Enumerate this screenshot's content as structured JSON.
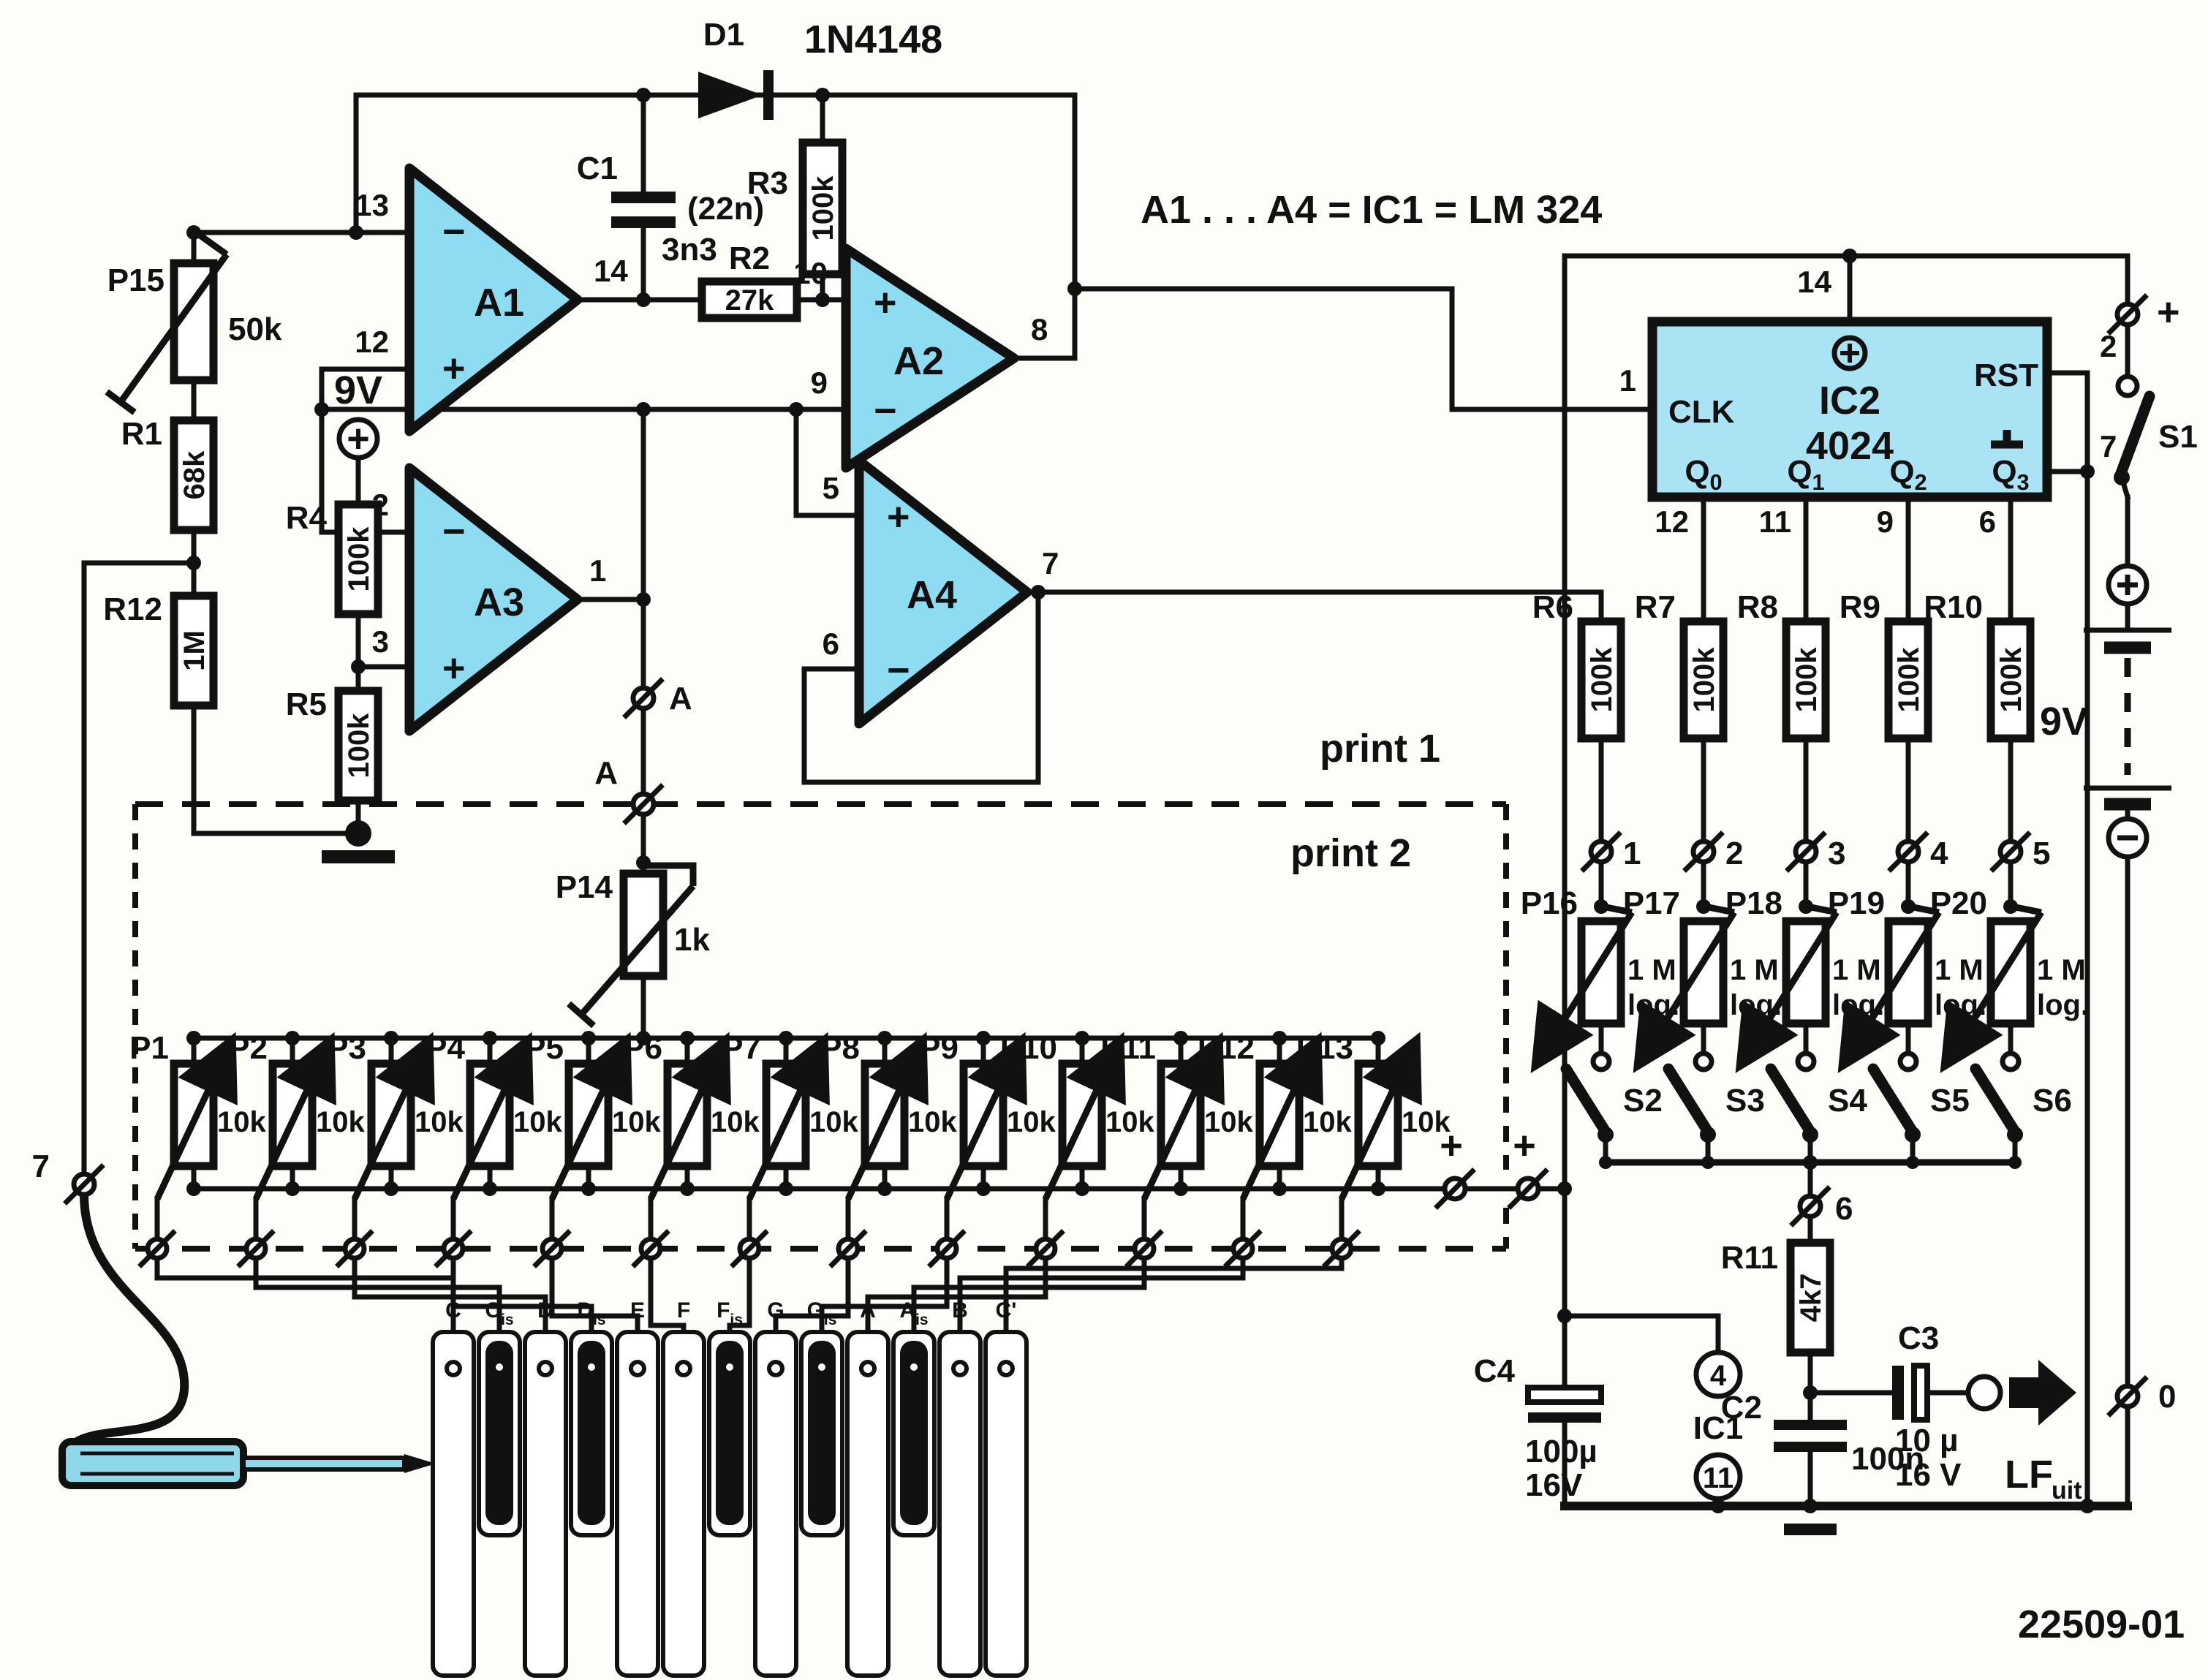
{
  "doc": {
    "note": "A1 . . . A4 = IC1 = LM 324",
    "number": "22509-01",
    "print1": "print 1",
    "print2": "print 2"
  },
  "colors": {
    "opamp": "#8edcf2",
    "ic": "#a9e3f4",
    "stylus": "#8fd8ea"
  },
  "opamps": {
    "a1": {
      "name": "A1",
      "in1_pin": "13",
      "in1_sign": "−",
      "in2_pin": "12",
      "in2_sign": "+",
      "out_pin": "14"
    },
    "a2": {
      "name": "A2",
      "in1_pin": "10",
      "in1_sign": "+",
      "in2_pin": "9",
      "in2_sign": "−",
      "out_pin": "8"
    },
    "a3": {
      "name": "A3",
      "in1_pin": "2",
      "in1_sign": "−",
      "in2_pin": "3",
      "in2_sign": "+",
      "out_pin": "1"
    },
    "a4": {
      "name": "A4",
      "in1_pin": "5",
      "in1_sign": "+",
      "in2_pin": "6",
      "in2_sign": "−",
      "out_pin": "7"
    }
  },
  "osc": {
    "d1": {
      "ref": "D1",
      "part": "1N4148"
    },
    "c1": {
      "ref": "C1",
      "v1": "(22n)",
      "v2": "3n3"
    },
    "r3": {
      "ref": "R3",
      "value": "100k"
    },
    "r2": {
      "ref": "R2",
      "value": "27k"
    }
  },
  "left": {
    "p15": {
      "ref": "P15",
      "value": "50k"
    },
    "r1": {
      "ref": "R1",
      "value": "68k"
    },
    "r12": {
      "ref": "R12",
      "value": "1M"
    },
    "supply": "9V",
    "supply_sign": "+",
    "r4": {
      "ref": "R4",
      "value": "100k"
    },
    "r5": {
      "ref": "R5",
      "value": "100k"
    }
  },
  "ic2": {
    "ref": "IC2",
    "part": "4024",
    "clk": "CLK",
    "clk_pin": "1",
    "rst": "RST",
    "rst_pin": "2",
    "vdd_pin": "14",
    "gnd_pin": "7",
    "plus": "+",
    "q_labels": [
      "Q0",
      "Q1",
      "Q2",
      "Q3"
    ],
    "q_pins": [
      "12",
      "11",
      "9",
      "6"
    ]
  },
  "registers": {
    "resistors": [
      {
        "ref": "R6",
        "value": "100k"
      },
      {
        "ref": "R7",
        "value": "100k"
      },
      {
        "ref": "R8",
        "value": "100k"
      },
      {
        "ref": "R9",
        "value": "100k"
      },
      {
        "ref": "R10",
        "value": "100k"
      }
    ],
    "connector_numbers": [
      "1",
      "2",
      "3",
      "4",
      "5"
    ],
    "pots": [
      {
        "ref": "P16",
        "v1": "1 M",
        "v2": "log."
      },
      {
        "ref": "P17",
        "v1": "1 M",
        "v2": "log."
      },
      {
        "ref": "P18",
        "v1": "1 M",
        "v2": "log."
      },
      {
        "ref": "P19",
        "v1": "1 M",
        "v2": "log."
      },
      {
        "ref": "P20",
        "v1": "1 M",
        "v2": "log."
      }
    ],
    "switches": [
      "S2",
      "S3",
      "S4",
      "S5",
      "S6"
    ]
  },
  "out": {
    "conn6": "6",
    "r11": {
      "ref": "R11",
      "value": "4k7"
    },
    "c2": {
      "ref": "C2",
      "value": "100n"
    },
    "c3": {
      "ref": "C3",
      "v1": "10 µ",
      "v2": "16 V"
    },
    "c4": {
      "ref": "C4",
      "v1": "100µ",
      "v2": "16V"
    },
    "ic1": {
      "ref": "IC1",
      "pin_top": "4",
      "pin_bot": "11"
    },
    "lf_main": "LF",
    "lf_sub": "uit"
  },
  "right": {
    "plus": "+",
    "s1": "S1",
    "battery": "9V",
    "zero": "0"
  },
  "board": {
    "conn7": "7",
    "connA1": "A",
    "connA2": "A",
    "plus_pair": [
      "+",
      "+"
    ]
  },
  "tone": {
    "pots": [
      {
        "ref": "P1",
        "value": "10k"
      },
      {
        "ref": "P2",
        "value": "10k"
      },
      {
        "ref": "P3",
        "value": "10k"
      },
      {
        "ref": "P4",
        "value": "10k"
      },
      {
        "ref": "P5",
        "value": "10k"
      },
      {
        "ref": "P6",
        "value": "10k"
      },
      {
        "ref": "P7",
        "value": "10k"
      },
      {
        "ref": "P8",
        "value": "10k"
      },
      {
        "ref": "P9",
        "value": "10k"
      },
      {
        "ref": "P10",
        "value": "10k"
      },
      {
        "ref": "P11",
        "value": "10k"
      },
      {
        "ref": "P12",
        "value": "10k"
      },
      {
        "ref": "P13",
        "value": "10k"
      }
    ],
    "p14": {
      "ref": "P14",
      "value": "1k"
    }
  },
  "keyboard": {
    "keys": [
      {
        "label": "C",
        "type": "white"
      },
      {
        "label": "Cis",
        "type": "black"
      },
      {
        "label": "D",
        "type": "white"
      },
      {
        "label": "Dis",
        "type": "black"
      },
      {
        "label": "E",
        "type": "white"
      },
      {
        "label": "F",
        "type": "white"
      },
      {
        "label": "Fis",
        "type": "black"
      },
      {
        "label": "G",
        "type": "white"
      },
      {
        "label": "Gis",
        "type": "black"
      },
      {
        "label": "A",
        "type": "white"
      },
      {
        "label": "Ais",
        "type": "black"
      },
      {
        "label": "B",
        "type": "white"
      },
      {
        "label": "C'",
        "type": "white"
      }
    ]
  }
}
